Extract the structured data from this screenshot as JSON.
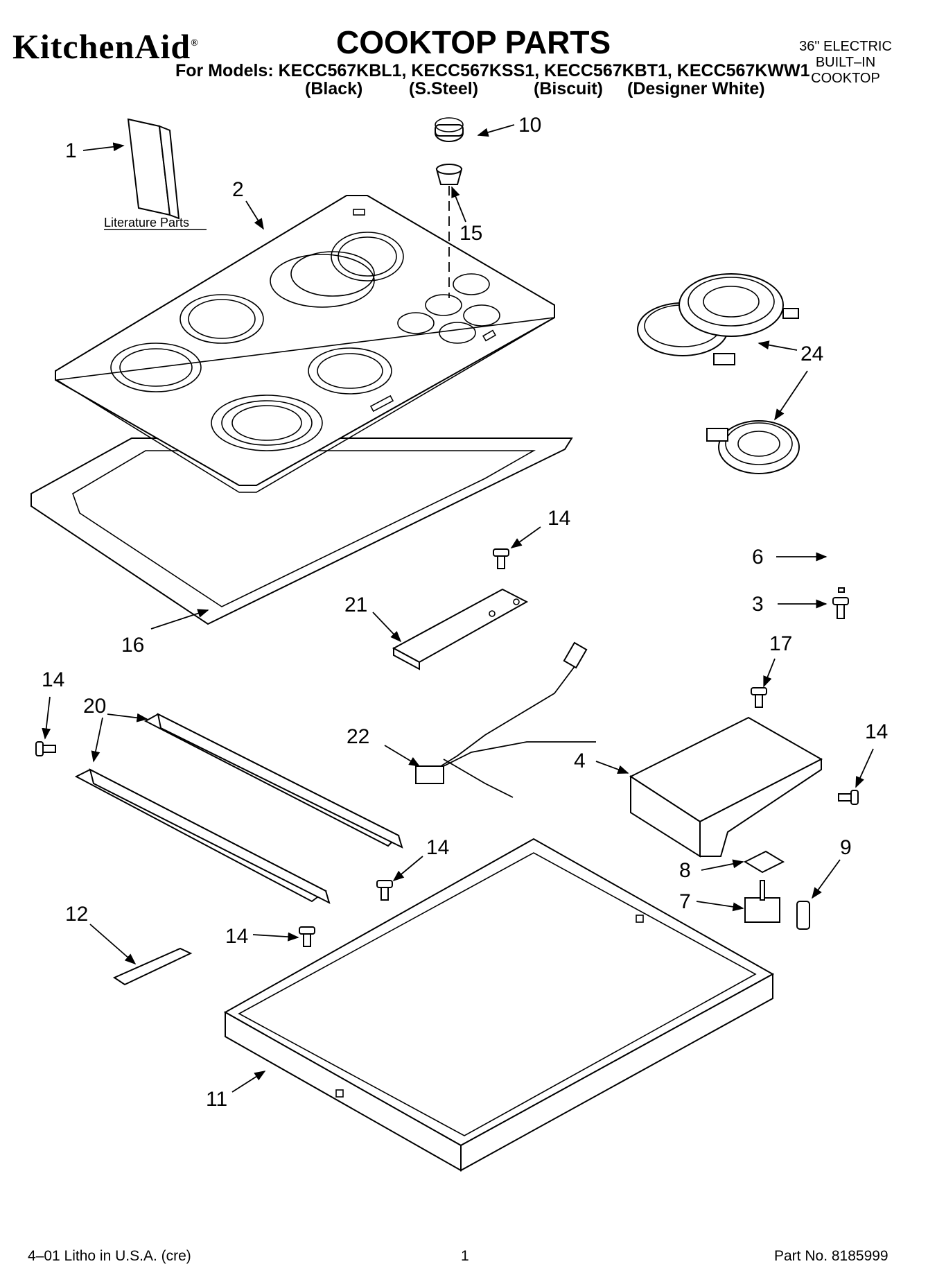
{
  "header": {
    "brand": "KitchenAid",
    "brand_mark": "®",
    "title": "COOKTOP PARTS",
    "models_line": "For Models: KECC567KBL1, KECC567KSS1, KECC567KBT1, KECC567KWW1",
    "finishes": [
      "(Black)",
      "(S.Steel)",
      "(Biscuit)",
      "(Designer White)"
    ],
    "spec_lines": [
      "36\" ELECTRIC",
      "BUILT–IN",
      "COOKTOP"
    ]
  },
  "diagram": {
    "literature_label": "Literature Parts",
    "callouts": {
      "c1": "1",
      "c2": "2",
      "c10": "10",
      "c15": "15",
      "c24": "24",
      "c14a": "14",
      "c21": "21",
      "c6": "6",
      "c3": "3",
      "c16": "16",
      "c17": "17",
      "c14b": "14",
      "c20": "20",
      "c22": "22",
      "c4": "4",
      "c14c": "14",
      "c14d": "14",
      "c8": "8",
      "c9": "9",
      "c7": "7",
      "c12": "12",
      "c14e": "14",
      "c11": "11"
    }
  },
  "footer": {
    "left": "4–01 Litho in U.S.A. (cre)",
    "page_number": "1",
    "part_number": "Part No. 8185999"
  }
}
